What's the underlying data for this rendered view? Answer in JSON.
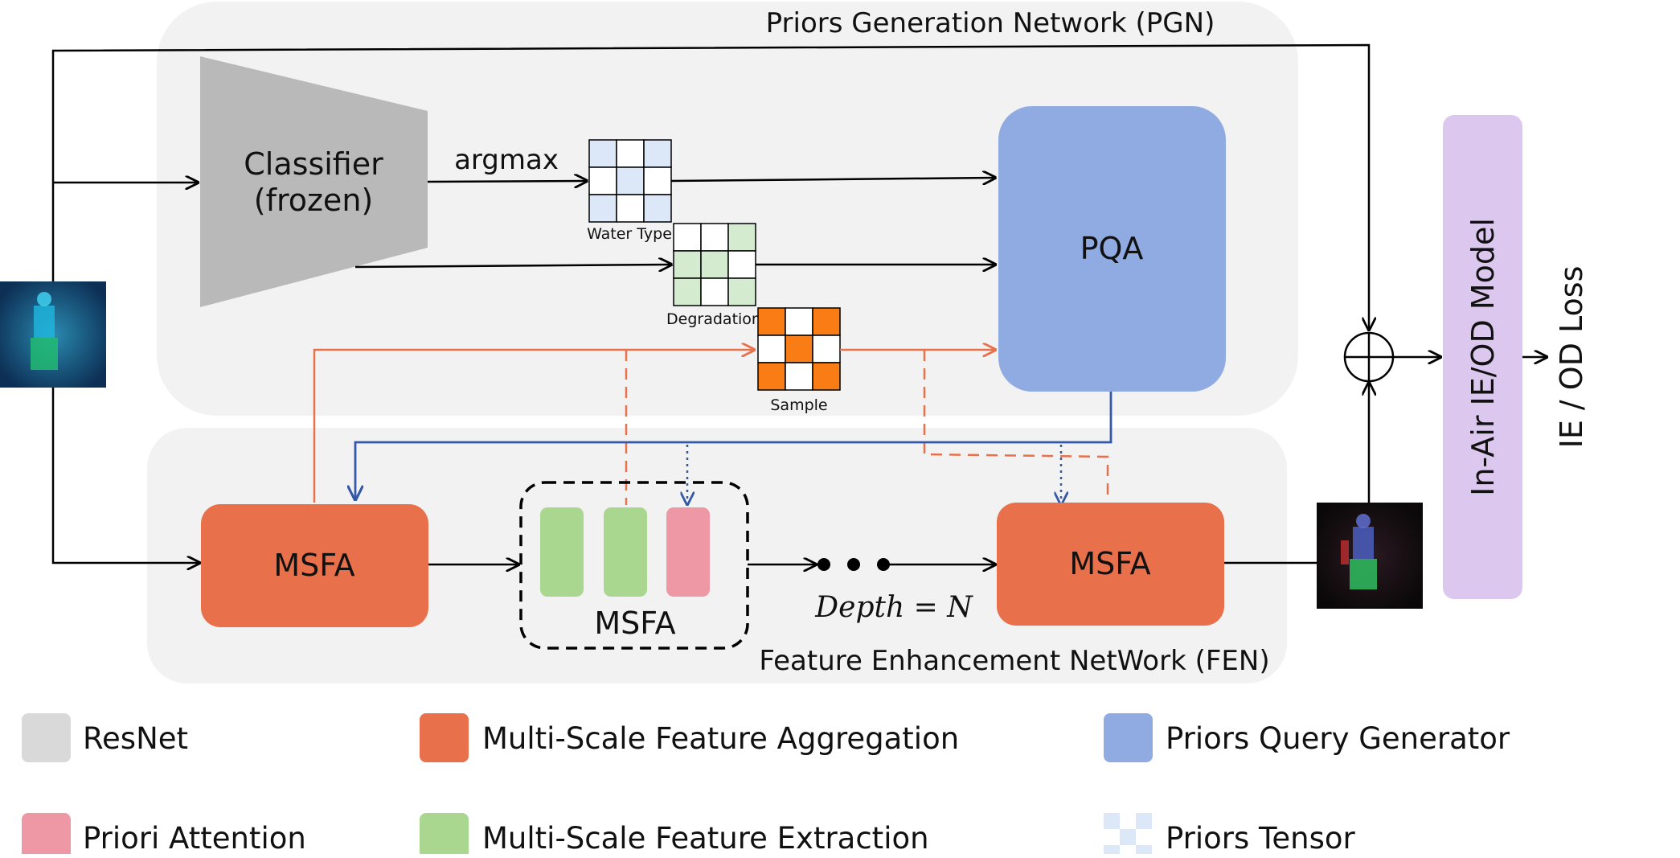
{
  "pgn": {
    "title": "Priors Generation Network (PGN)"
  },
  "fen": {
    "title": "Feature Enhancement NetWork (FEN)"
  },
  "classifier": {
    "line1": "Classifier",
    "line2": "(frozen)"
  },
  "argmax_label": "argmax",
  "priors": {
    "water_type": "Water Type",
    "degradation": "Degradation",
    "sample": "Sample"
  },
  "pqa_label": "PQA",
  "msfa": {
    "first": "MSFA",
    "group": "MSFA",
    "last": "MSFA"
  },
  "depth_label": "Depth = N",
  "inair_model": "In-Air IE/OD Model",
  "loss_label": "IE / OD Loss",
  "legend": [
    {
      "label": "ResNet",
      "color": "#d9d9d9"
    },
    {
      "label": "Multi-Scale Feature Aggregation",
      "color": "#e8714c"
    },
    {
      "label": "Priors Query Generator",
      "color": "#8fabe1"
    },
    {
      "label": "Priori Attention",
      "color": "#ee98a6"
    },
    {
      "label": "Multi-Scale Feature Extraction",
      "color": "#a9d78f"
    },
    {
      "label": "Priors Tensor",
      "color": "#dce8f8"
    }
  ],
  "colors": {
    "panel": "#f2f2f2",
    "classifier": "#b9b9b9",
    "pqa": "#8fabe1",
    "msfa": "#e8714c",
    "attention": "#ee98a6",
    "extraction": "#a9d78f",
    "inair": "#dcc8ee",
    "orange_line": "#e8714c",
    "blue_line": "#3358a8"
  }
}
